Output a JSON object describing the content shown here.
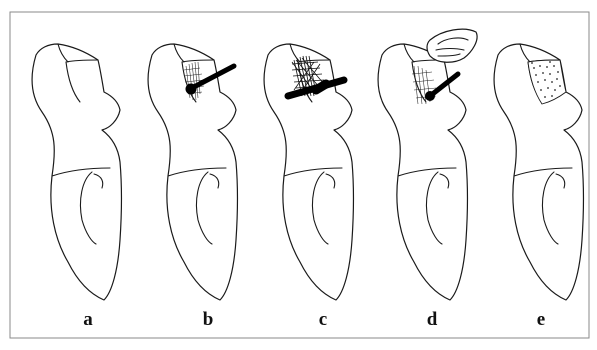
{
  "figure": {
    "panels": [
      {
        "id": "a",
        "label": "a",
        "stage": "prepared-cavity"
      },
      {
        "id": "b",
        "label": "b",
        "stage": "etching-with-brush"
      },
      {
        "id": "c",
        "label": "c",
        "stage": "applying-with-instrument"
      },
      {
        "id": "d",
        "label": "d",
        "stage": "inserting-restoration-piece"
      },
      {
        "id": "e",
        "label": "e",
        "stage": "finished-restoration"
      }
    ],
    "colors": {
      "ink": "#1a1a1a",
      "background": "#ffffff",
      "frame": "#8a8a8a"
    }
  }
}
